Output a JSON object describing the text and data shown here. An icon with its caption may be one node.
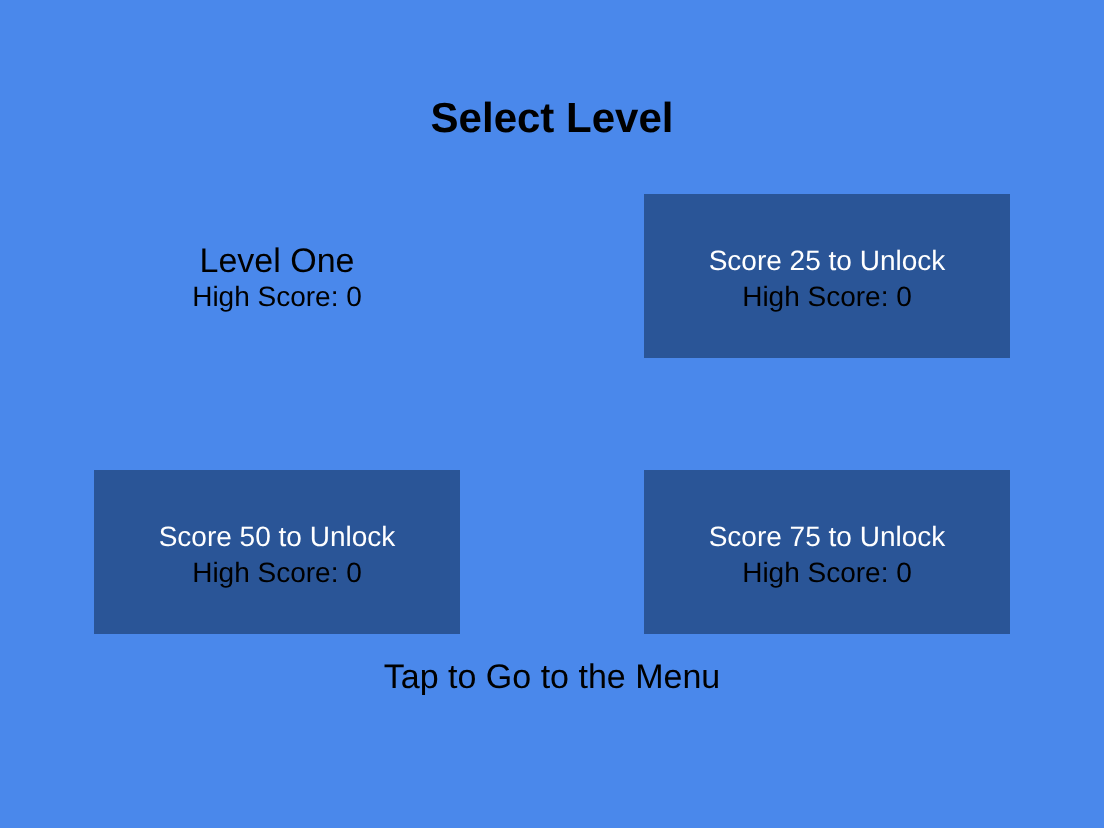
{
  "diagram": {
    "title": "Select Level",
    "nodes": [
      {
        "text": [
          "Level One",
          "High Score: 0"
        ]
      },
      {
        "text": [
          "Score 25 to Unlock",
          "High Score: 0"
        ]
      },
      {
        "text": [
          "Score 50 to Unlock",
          "High Score: 0"
        ]
      },
      {
        "text": [
          "Score 75 to Unlock",
          "High Score: 0"
        ]
      }
    ],
    "labels": [
      "Tap to Go to the Menu"
    ]
  }
}
